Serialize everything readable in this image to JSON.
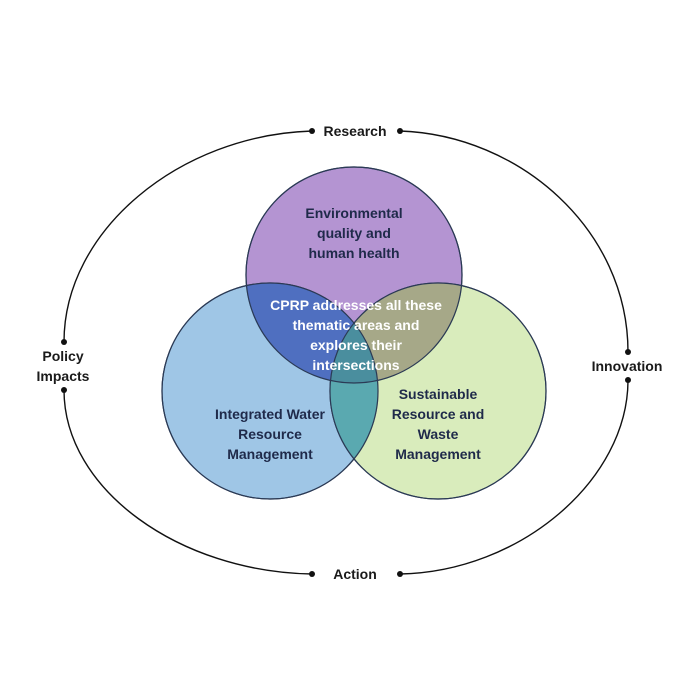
{
  "cycle": {
    "top": "Research",
    "right": "Innovation",
    "bottom": "Action",
    "left": [
      "Policy",
      "Impacts"
    ]
  },
  "circles": {
    "top": {
      "lines": [
        "Environmental",
        "quality and",
        "human health"
      ],
      "fill": "#b08ed0"
    },
    "left": {
      "lines": [
        "Integrated Water",
        "Resource",
        "Management"
      ],
      "fill": "#7fb3dd"
    },
    "right": {
      "lines": [
        "Sustainable",
        "Resource and",
        "Waste",
        "Management"
      ],
      "fill": "#c9e4a0"
    }
  },
  "center": {
    "lines": [
      "CPRP addresses all these",
      "thematic areas and",
      "explores their",
      "intersections"
    ]
  },
  "colors": {
    "text_dark": "#1f2a4a",
    "stroke": "#2b3a55",
    "center_text": "#ffffff"
  }
}
